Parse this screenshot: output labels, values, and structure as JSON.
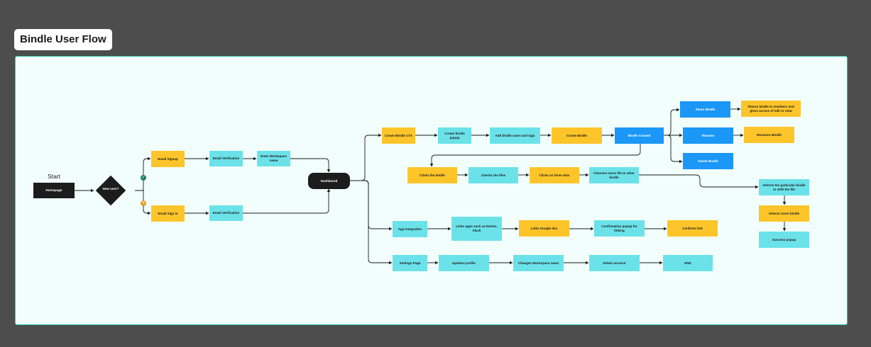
{
  "title": "Bindle User Flow",
  "start_label": "Start",
  "nodes": {
    "homepage": "Homepage",
    "new_user": "New user?",
    "email_signup": "Email Signup",
    "email_verification_1": "Email Verification",
    "enter_workspace": "Enter Workspace name",
    "email_signin": "Email Sign In",
    "email_verification_2": "Email  Verification",
    "dashboard": "Dashboard",
    "create_bindle_cta": "Create Bindle CTA",
    "create_bindle_popup": "Create bindle popup",
    "add_name_tags": "Add bindle name and tags",
    "create_bindle": "Create Bindle",
    "bindle_created": "Bindle Created",
    "share_bindle": "Share Bindle",
    "share_desc": "Shares bindle to members and gives access of edit or view",
    "rename": "Rename",
    "rename_bindle": "Renames Bindle",
    "delete_bindle": "Delete Bindle",
    "clicks_bindle": "Clicks the bindle",
    "checks_files": "Checks the files",
    "clicks_dots": "Clicks on three dots",
    "chooses_move": "Chooses move file to other bindle",
    "selects_bindle": "Selects the particular bindle to shift the file",
    "selects_move": "Selects move bindle",
    "success_popup": "Success popup",
    "app_integration": "App Integration",
    "links_apps": "Links apps such as Notion, Slack",
    "links_google": "Links Google doc",
    "confirm_popup": "Confirmation popup for linking",
    "confirms_link": "Confirms link",
    "settings_page": "Settings Page",
    "updates_profile": "Updates profile",
    "changes_workspace": "Changes Workspace name",
    "delete_account": "Delete account",
    "end": "END"
  },
  "badges": {
    "yes": "✓",
    "no": "✕"
  },
  "colors": {
    "yellow": "#fdc52a",
    "cyan": "#6be2e9",
    "blue": "#1a97f7",
    "black": "#1c1c1c",
    "board": "#f1fefc",
    "background": "#4d4d4d"
  }
}
